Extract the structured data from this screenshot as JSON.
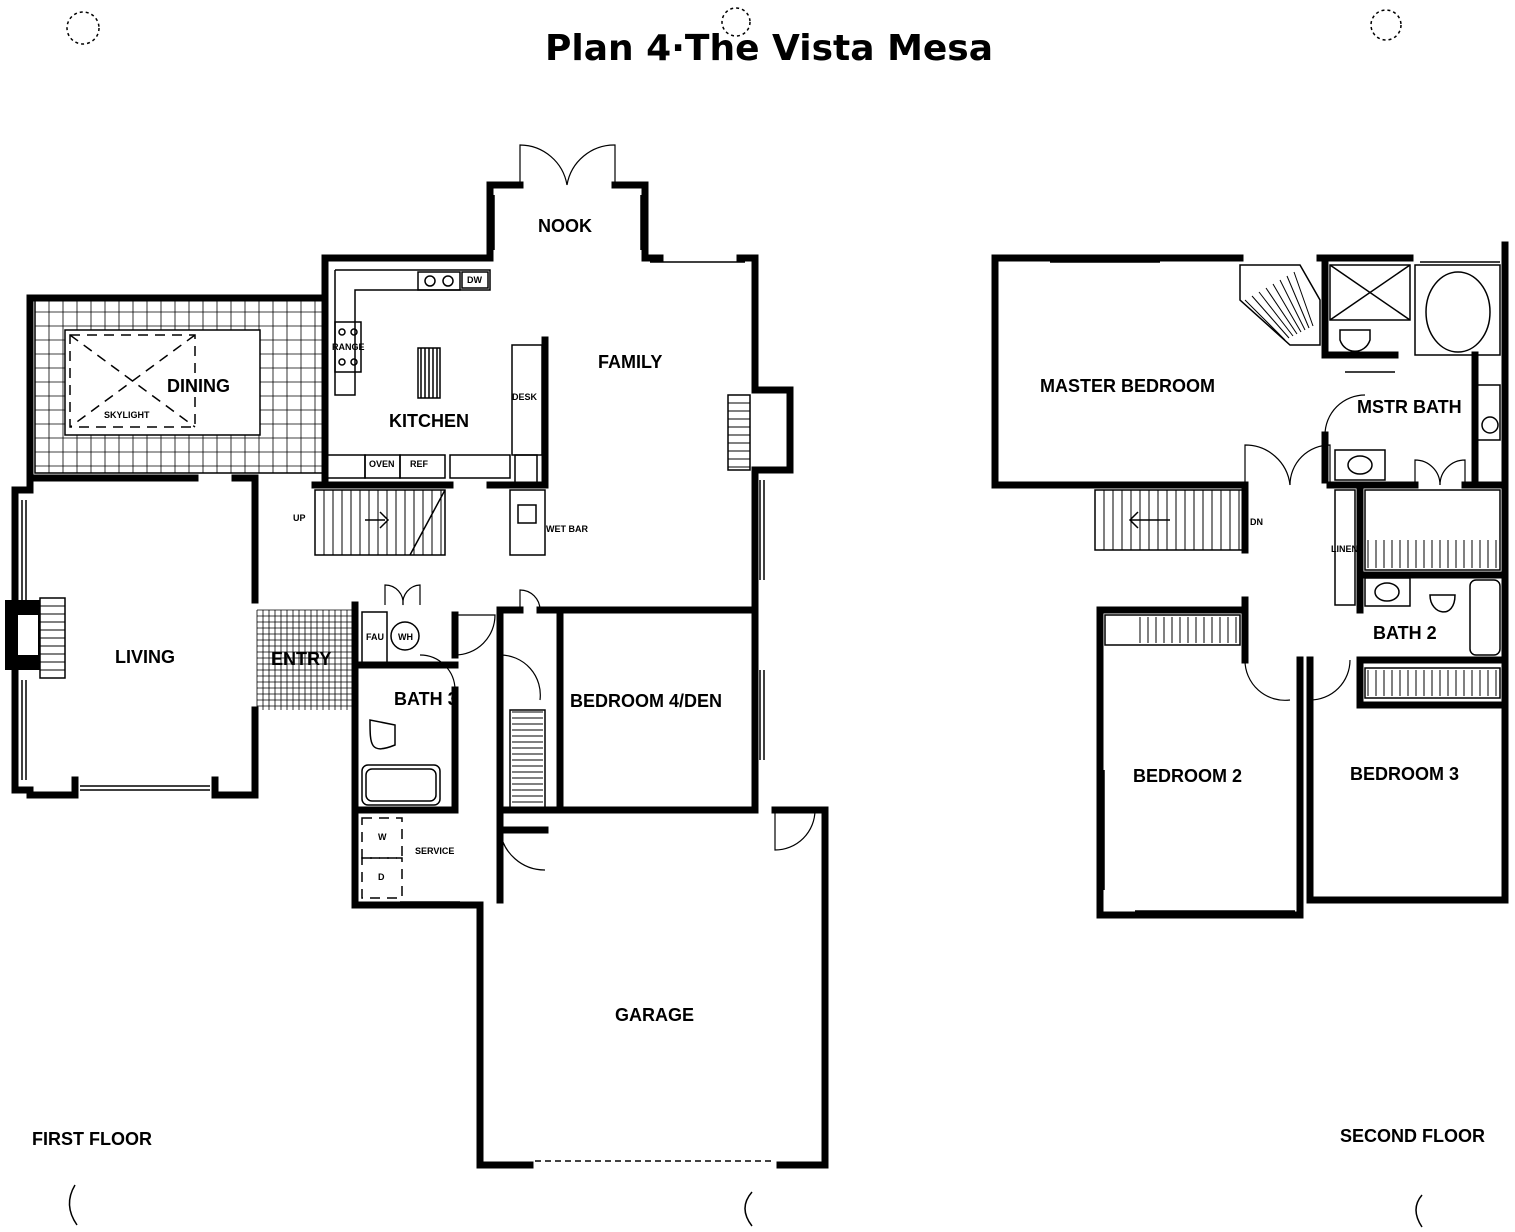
{
  "title": "Plan 4·The Vista Mesa",
  "floors": {
    "first": "FIRST FLOOR",
    "second": "SECOND FLOOR"
  },
  "first_floor_rooms": {
    "nook": "NOOK",
    "family": "FAMILY",
    "dining": "DINING",
    "skylight": "SKYLIGHT",
    "kitchen": "KITCHEN",
    "range": "RANGE",
    "dw": "DW",
    "desk": "DESK",
    "oven": "OVEN",
    "ref": "REF",
    "up": "UP",
    "wet_bar": "WET BAR",
    "living": "LIVING",
    "entry": "ENTRY",
    "fau": "FAU",
    "wh": "WH",
    "bath3": "BATH 3",
    "bedroom4": "BEDROOM 4/DEN",
    "service": "SERVICE",
    "w": "W",
    "d": "D",
    "garage": "GARAGE"
  },
  "second_floor_rooms": {
    "master_bedroom": "MASTER BEDROOM",
    "mstr_bath": "MSTR BATH",
    "dn": "DN",
    "linen": "LINEN",
    "bath2": "BATH 2",
    "bedroom2": "BEDROOM 2",
    "bedroom3": "BEDROOM 3"
  }
}
